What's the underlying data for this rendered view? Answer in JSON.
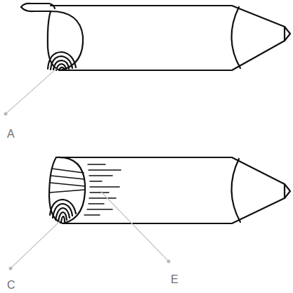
{
  "diagram": {
    "labels": [
      "A",
      "C",
      "E"
    ]
  }
}
